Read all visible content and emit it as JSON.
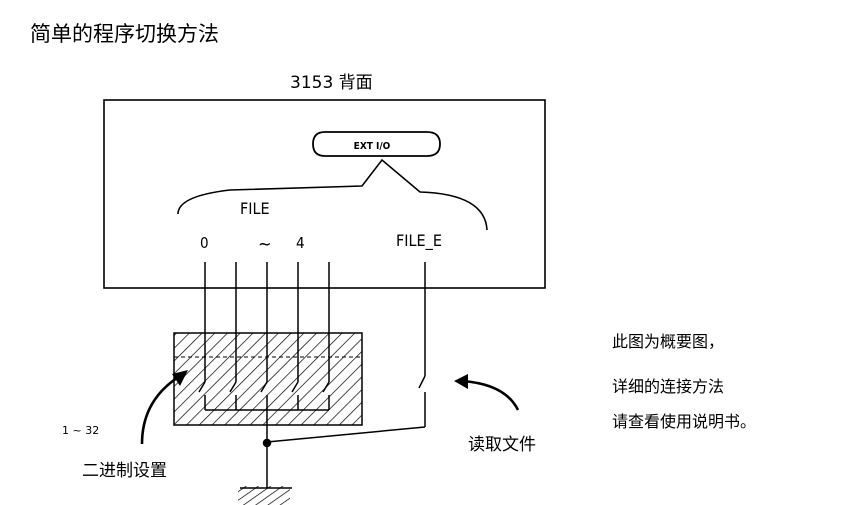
{
  "title": "简单的程序切换方法",
  "panel": {
    "title": "3153 背面",
    "connector_label": "EXT I/O",
    "file_label": "FILE",
    "range_start": "0",
    "range_tilde": "~",
    "range_end": "4",
    "file_e_label": "FILE_E"
  },
  "labels": {
    "range": "1 ~ 32",
    "binary_setting": "二进制设置",
    "read_file": "读取文件"
  },
  "notes": [
    "此图为概要图，",
    "详细的连接方法",
    "请查看使用说明书。"
  ]
}
